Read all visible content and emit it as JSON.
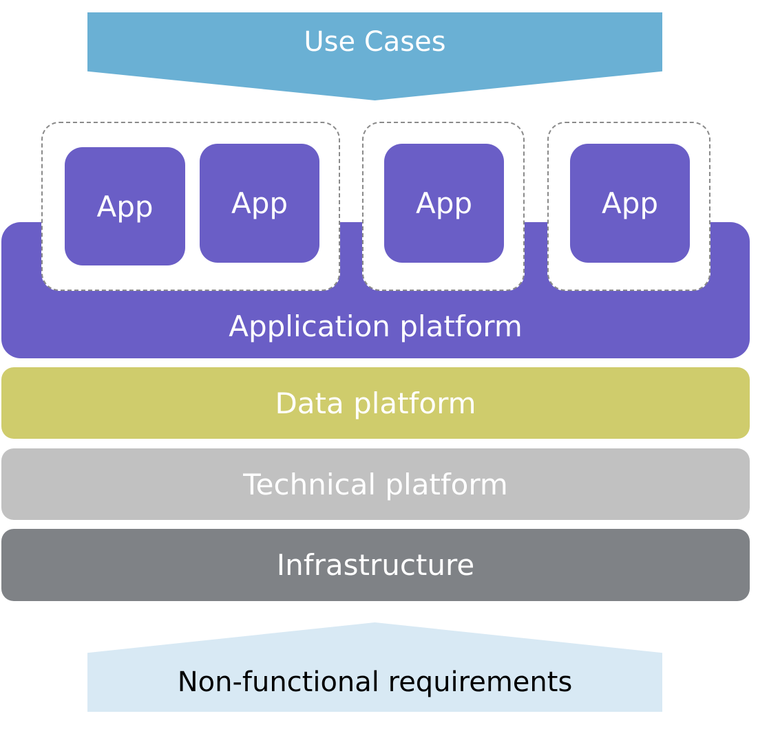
{
  "use_cases": {
    "label": "Use Cases"
  },
  "apps": [
    {
      "label": "App"
    },
    {
      "label": "App"
    },
    {
      "label": "App"
    },
    {
      "label": "App"
    }
  ],
  "layers": {
    "application_platform": "Application platform",
    "data_platform": "Data platform",
    "technical_platform": "Technical platform",
    "infrastructure": "Infrastructure"
  },
  "non_functional": {
    "label": "Non-functional requirements"
  },
  "colors": {
    "use_cases": "#6ab0d4",
    "application": "#6a5ec6",
    "data": "#cfcc6c",
    "technical": "#c1c1c1",
    "infrastructure": "#7f8286",
    "non_functional": "#d8e9f4"
  }
}
